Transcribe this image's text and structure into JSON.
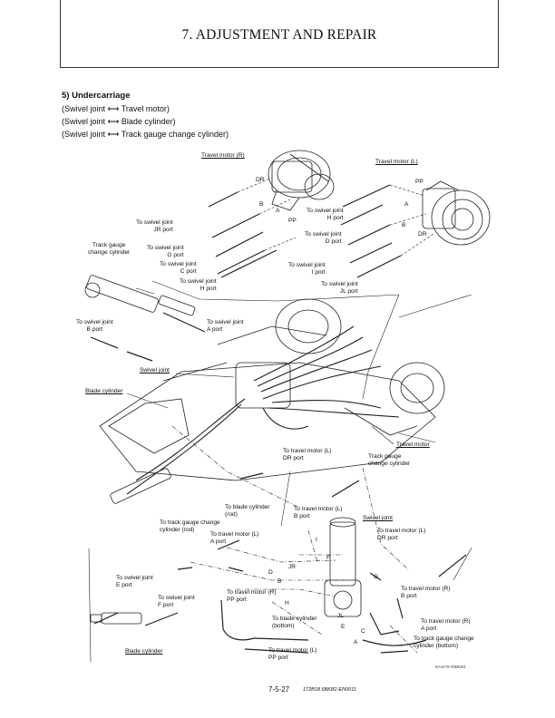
{
  "header": {
    "title": "7. ADJUSTMENT AND REPAIR"
  },
  "section": {
    "heading": "5)  Undercarriage",
    "lines": [
      "(Swivel joint ⟷ Travel motor)",
      "(Swivel joint ⟷ Blade cylinder)",
      "(Swivel joint ⟷ Track gauge change cylinder)"
    ]
  },
  "labels": {
    "travel_motor_r": "Travel motor (R)",
    "travel_motor_l": "Travel motor (L)",
    "to_swivel_jr": "To swivel joint\nJR port",
    "to_swivel_g": "To swivel joint\nG port",
    "to_swivel_c": "To swivel joint\nC port",
    "to_swivel_h_left": "To swivel joint\nH port",
    "to_swivel_h_right": "To swivel joint\nH port",
    "to_swivel_d": "To swivel joint\nD port",
    "to_swivel_i": "To swivel joint\nI port",
    "to_swivel_jl": "To swivel joint\nJL port",
    "track_gauge_cyl": "Track gauge\nchange cylinder",
    "to_swivel_b": "To swivel joint\nB port",
    "to_swivel_a": "To swivel joint\nA port",
    "swivel_joint_1": "Swivel joint",
    "blade_cylinder_1": "Blade cylinder",
    "travel_motor": "Travel motor",
    "to_tm_l_dr": "To travel motor (L)\nDR port",
    "track_gauge_cyl_2": "Track gauge\nchange cylinder",
    "to_blade_rod": "To blade cylinder\n(rod)",
    "to_track_rod": "To track gauge change\ncylinder (rod)",
    "to_tm_l_b": "To travel motor (L)\nB port",
    "swivel_joint_2": "Swivel joint",
    "to_tm_l_a": "To travel motor (L)\nA port",
    "to_tm_l_dr_2": "To travel motor (L)\nDR port",
    "to_swivel_e": "To swivel joint\nE port",
    "to_swivel_f": "To swivel joint\nF port",
    "to_tm_r_pp": "To travel motor (R)\nPP port",
    "to_tm_r_b": "To travel motor (R)\nB port",
    "to_blade_bottom": "To blade cylinder\n(bottom)",
    "to_tm_r_a": "To travel motor (R)\nA port",
    "to_track_bottom": "To track gauge change\ncylinder (bottom)",
    "blade_cylinder_2": "Blade cylinder",
    "to_tm_l_pp": "To travel motor (L)\nPP port"
  },
  "port_letters": {
    "dr_r": "DR",
    "b_r": "B",
    "a_r": "A",
    "pp_r": "PP",
    "pp_l": "PP",
    "a_l": "A",
    "b_l": "B",
    "dr_l": "DR",
    "i": "I",
    "f": "F",
    "jr": "JR",
    "d": "D",
    "b": "B",
    "h": "H",
    "g": "G",
    "jl": "JL",
    "e": "E",
    "c": "C",
    "a": "A"
  },
  "footer": {
    "page": "7-5-27",
    "code": "172B18  6BKB2-EN0011",
    "figure_code": "6A4478-00BKB3"
  }
}
